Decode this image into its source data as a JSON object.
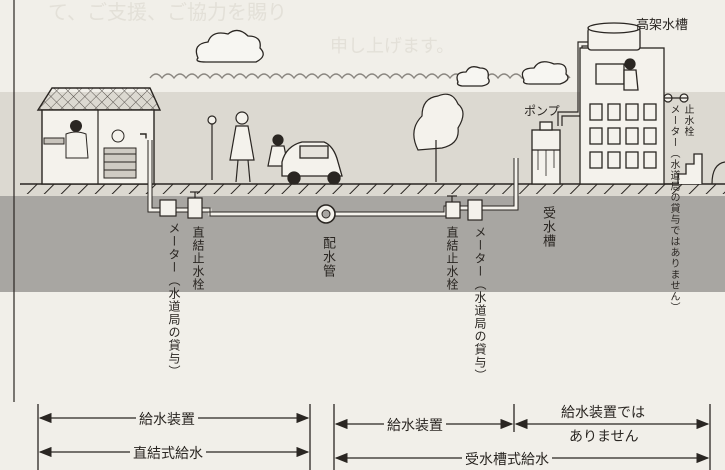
{
  "labels": {
    "elevated_tank": "高架水槽",
    "pump": "ポンプ",
    "direct_stopcock": "直結止水栓",
    "meter_loaned": "メーター（水道局の貸与）",
    "distribution_pipe": "配水管",
    "receiving_tank": "受水槽",
    "building_stopcock": "止水栓",
    "building_meter": "メーター（水道局の貸与ではありません）"
  },
  "spans": {
    "supply_left": "給水装置",
    "supply_right": "給水装置",
    "not_supply_line1": "給水装置では",
    "not_supply_line2": "ありません",
    "direct_supply": "直結式給水",
    "tank_supply": "受水槽式給水"
  },
  "background_text": {
    "line1": "て、ご支援、ご協力を賜り",
    "line2": "申し上げます。"
  },
  "colors": {
    "paper": "#f1efe9",
    "ground": "#a8a6a2",
    "ink": "#2a2622"
  }
}
